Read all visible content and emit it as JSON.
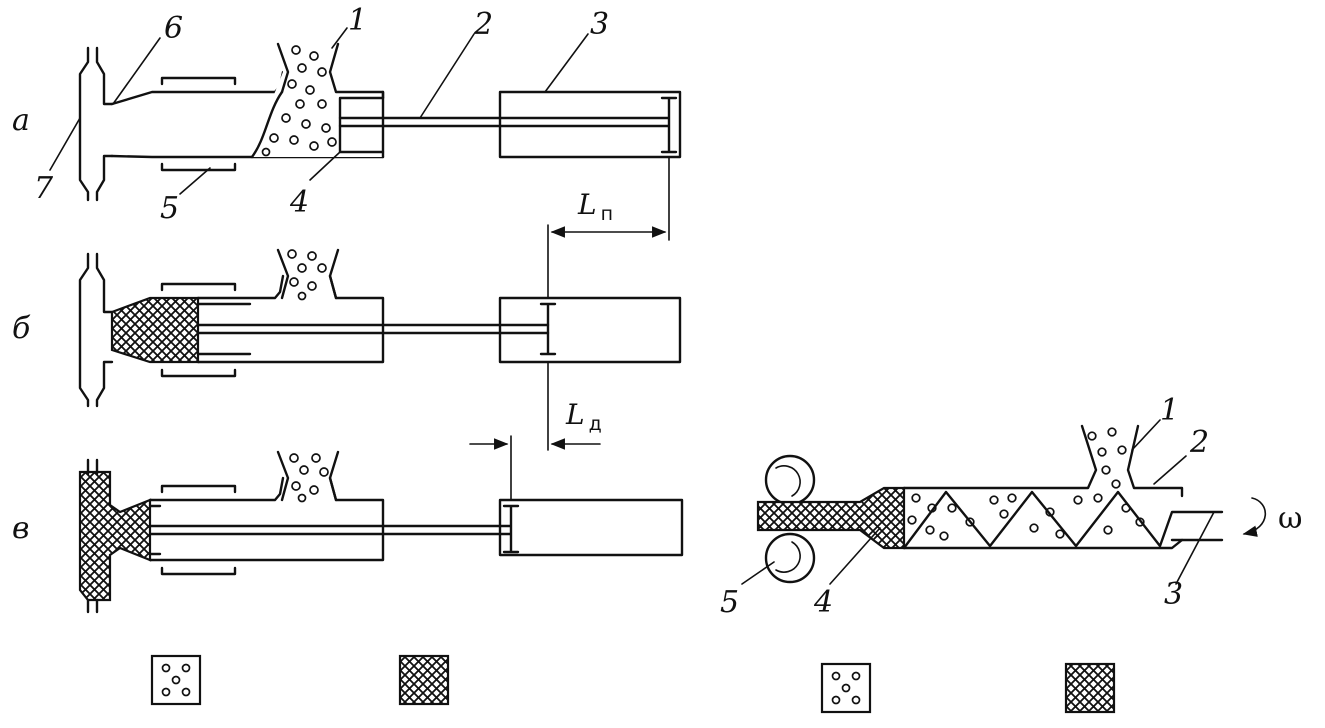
{
  "row_labels": {
    "a": "а",
    "b": "б",
    "v": "в"
  },
  "part_labels": {
    "n1": "1",
    "n2": "2",
    "n3": "3",
    "n4": "4",
    "n5": "5",
    "n6": "6",
    "n7": "7",
    "r1": "1",
    "r2": "2",
    "r3": "3",
    "r4": "4",
    "r5": "5"
  },
  "dimensions": {
    "stroke": {
      "symbol": "L",
      "subscript": "п"
    },
    "dose": {
      "symbol": "L",
      "subscript": "д"
    }
  },
  "rotation_symbol": "ω",
  "legend": [
    "granules-swatch",
    "melt-swatch"
  ],
  "colors": {
    "ink": "#111111",
    "paper": "#ffffff"
  }
}
